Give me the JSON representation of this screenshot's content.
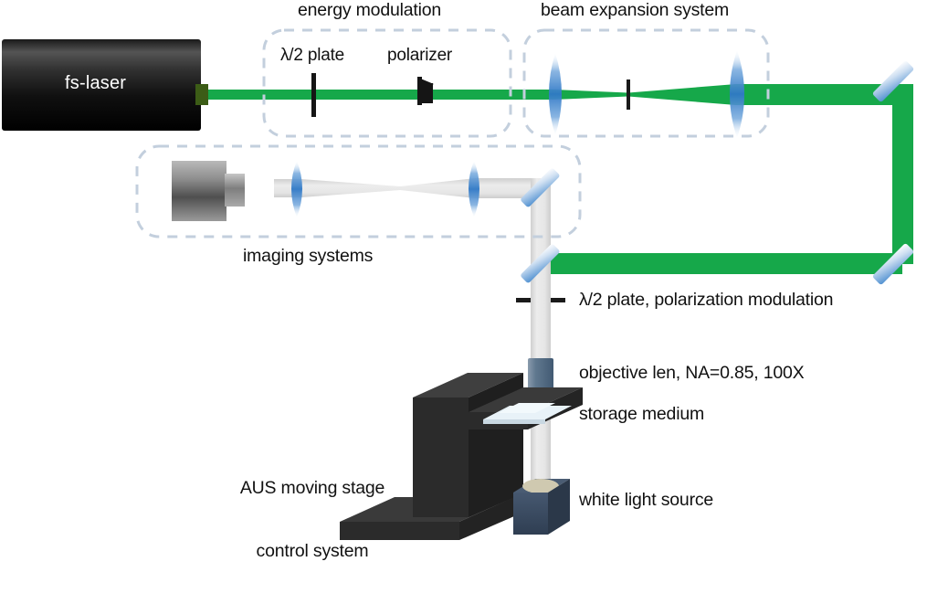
{
  "figure": {
    "kind": "optical-setup-schematic",
    "background": "#ffffff"
  },
  "colors": {
    "beam_green": "#16a84a",
    "beam_green_dark": "#0f8f3c",
    "beam_white": "#e3e3e3",
    "lens_blue": "#3f86d0",
    "mirror_blue": "#5f9ad6",
    "dash_box": "#c3cfdd",
    "laser_body_dark": "#0a0a0a",
    "laser_body_light": "#4a4a4a",
    "laser_port_green": "#3c5c16",
    "stage_black": "#2b2b2b",
    "stage_black_light": "#3c3c3c",
    "objective_blue": "#5a738c",
    "white_source_blue": "#3a4a5e",
    "white_source_top": "#cfc9b0",
    "text": "#111111",
    "camera_gray": "#8f8f8f"
  },
  "laser": {
    "label": "fs-laser"
  },
  "groups": [
    {
      "id": "energy-modulation",
      "label": "energy modulation"
    },
    {
      "id": "beam-expansion",
      "label": "beam expansion system"
    },
    {
      "id": "imaging-systems",
      "label": "imaging systems"
    }
  ],
  "components": {
    "half_wave_plate": "λ/2 plate",
    "polarizer": "polarizer"
  },
  "annotations": [
    {
      "id": "pol-mod",
      "label": "λ/2 plate, polarization modulation"
    },
    {
      "id": "objective",
      "label": "objective len, NA=0.85, 100X"
    },
    {
      "id": "storage-medium",
      "label": "storage medium"
    },
    {
      "id": "white-light",
      "label": "white light source"
    }
  ],
  "stage": {
    "line1": "AUS moving stage",
    "line2": "control system"
  }
}
